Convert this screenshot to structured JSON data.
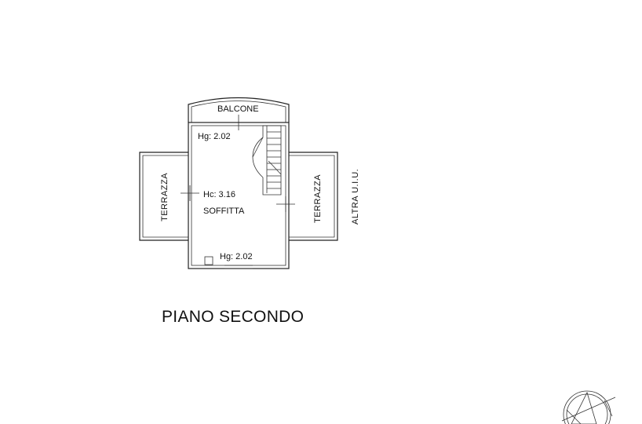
{
  "plan": {
    "balcony_label": "BALCONE",
    "height_top": "Hg: 2.02",
    "height_center": "Hc: 3.16",
    "room_label": "SOFFITTA",
    "height_bottom": "Hg: 2.02",
    "terrace_left": "TERRAZZA",
    "terrace_right": "TERRAZZA",
    "other_unit": "ALTRA U.I.U.",
    "title": "PIANO SECONDO"
  },
  "colors": {
    "ink": "#222222",
    "background": "#ffffff"
  },
  "icons": {
    "north_arrow": "north-arrow-icon"
  }
}
